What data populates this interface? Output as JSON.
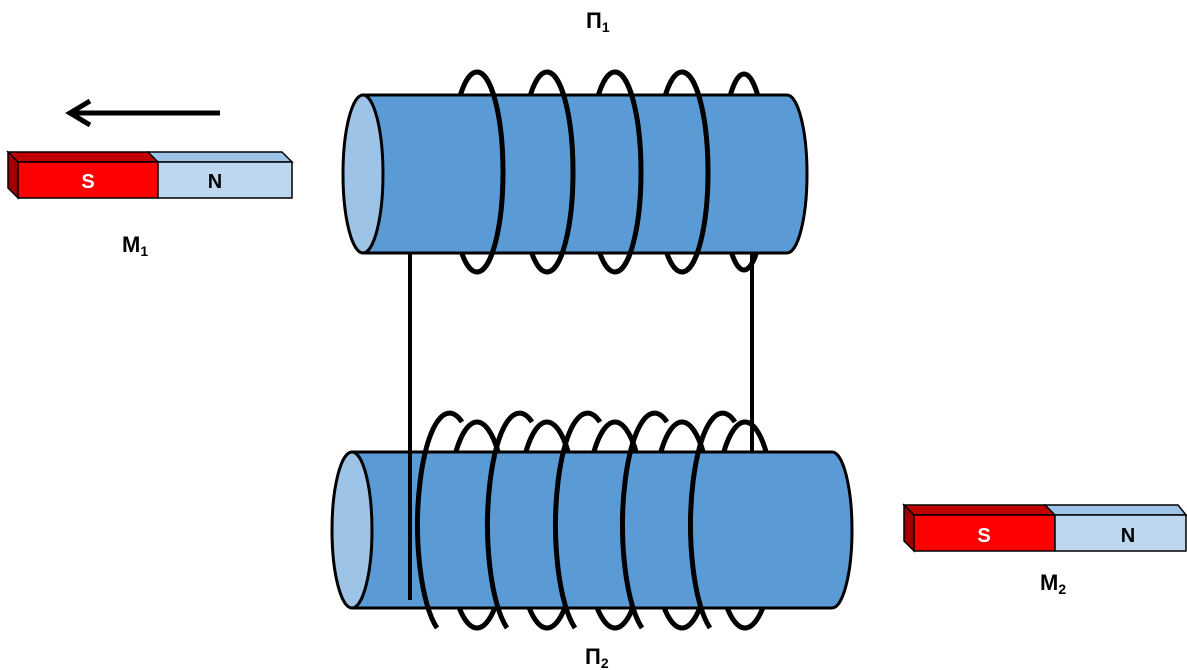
{
  "labels": {
    "coil_top": {
      "main": "П",
      "sub": "1"
    },
    "coil_bottom": {
      "main": "П",
      "sub": "2"
    },
    "magnet_left": {
      "main": "M",
      "sub": "1"
    },
    "magnet_right": {
      "main": "M",
      "sub": "2"
    }
  },
  "magnets": {
    "left": {
      "south": "S",
      "north": "N"
    },
    "right": {
      "south": "S",
      "north": "N"
    }
  },
  "colors": {
    "core_fill": "#5b9bd5",
    "core_end": "#9dc3e6",
    "magnet_south": "#ff0000",
    "magnet_south_dark": "#c00000",
    "magnet_north": "#bdd7ee",
    "magnet_north_dark": "#9dc3e6",
    "wire": "#000000"
  },
  "motion_arrow": {
    "icon": "arrow-left-icon"
  }
}
